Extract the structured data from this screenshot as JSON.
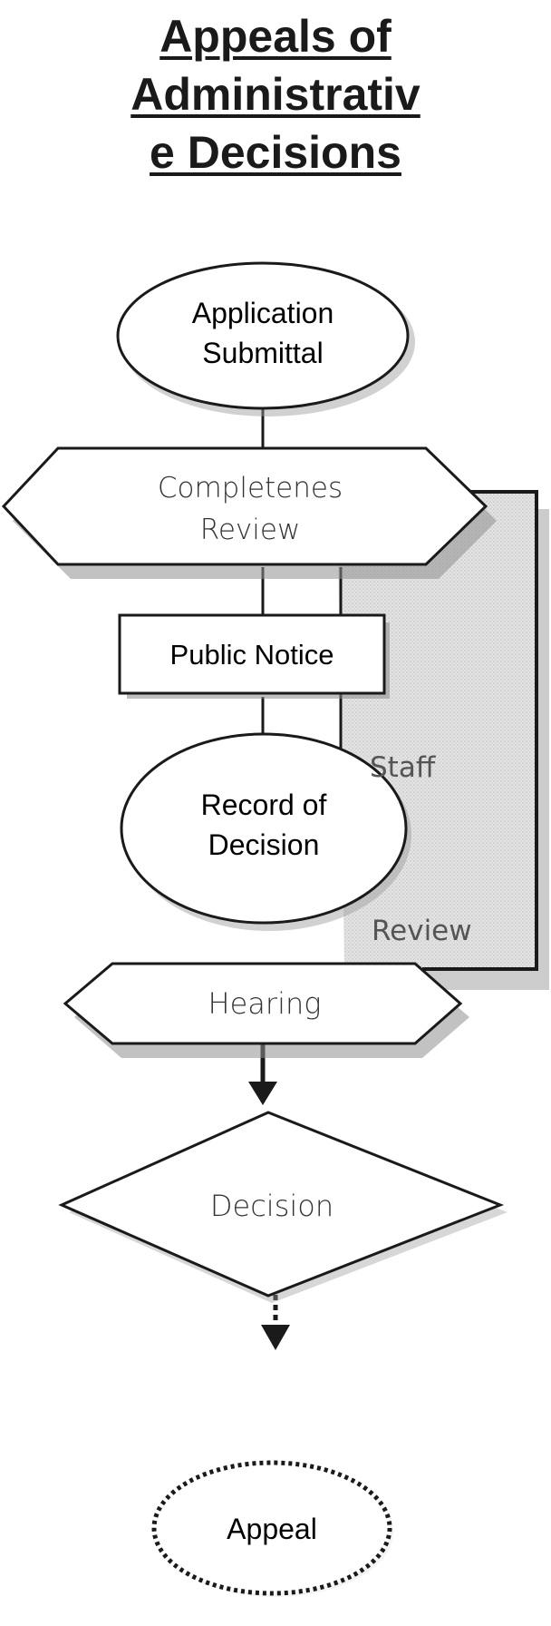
{
  "title": {
    "line1": "Appeals of",
    "line2": "Administrativ",
    "line3": "e Decisions"
  },
  "nodes": {
    "application": {
      "line1": "Application",
      "line2": "Submittal"
    },
    "completeness": {
      "line1": "Completenes",
      "line2": "Review"
    },
    "public_notice": {
      "label": "Public Notice"
    },
    "record": {
      "line1": "Record of",
      "line2": "Decision"
    },
    "hearing": {
      "label": "Hearing"
    },
    "decision": {
      "label": "Decision"
    },
    "appeal": {
      "label": "Appeal"
    }
  },
  "side_panel": {
    "word1": "Staff",
    "word2": "Review"
  }
}
